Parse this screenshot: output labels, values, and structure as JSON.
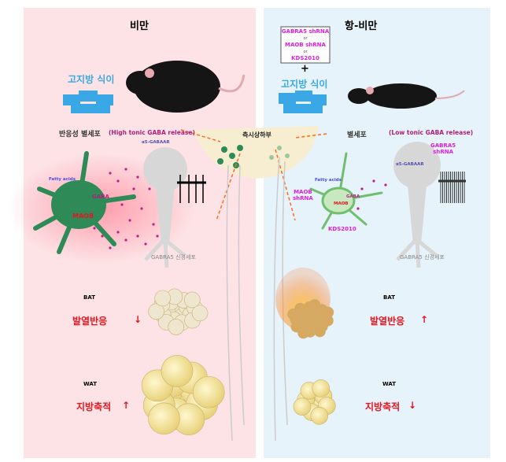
{
  "left": {
    "title": "비만",
    "diet": "고지방 식이",
    "astrocyte": "반응성 별세포",
    "release": "(High tonic GABA release)",
    "receptor": "α5-GABAAR",
    "fatty_acids": "Fatty acids",
    "gaba": "GABA",
    "maob": "MAOB",
    "neuron": "GABRA5 신경세포",
    "bat": "BAT",
    "thermo": "발열반응",
    "thermo_arrow": "↓",
    "wat": "WAT",
    "fat": "지방축적",
    "fat_arrow": "↑"
  },
  "center": {
    "region": "측시상하부"
  },
  "right": {
    "title": "항-비만",
    "treatments": [
      "GABRA5 shRNA",
      "or",
      "MAOB shRNA",
      "or",
      "KDS2010"
    ],
    "plus": "+",
    "diet": "고지방 식이",
    "astrocyte": "별세포",
    "release": "(Low tonic GABA release)",
    "gabra5_shrna": [
      "GABRA5",
      "shRNA"
    ],
    "receptor": "α5-GABAAR",
    "fatty_acids": "Fatty acids",
    "maob_shrna": [
      "MAOB",
      "shRNA"
    ],
    "gaba": "GABA",
    "maob": "MAOB",
    "kds": "KDS2010",
    "neuron": "GABRA5 신경세포",
    "bat": "BAT",
    "thermo": "발열반응",
    "thermo_arrow": "↑",
    "wat": "WAT",
    "fat": "지방축적",
    "fat_arrow": "↓"
  },
  "colors": {
    "left_bg": "#fde3e6",
    "right_bg": "#e6f3fa",
    "astrocyte": "#2e8b57",
    "magenta": "#e020e0",
    "red": "#e8141e",
    "diet": "#3aa8e6"
  }
}
